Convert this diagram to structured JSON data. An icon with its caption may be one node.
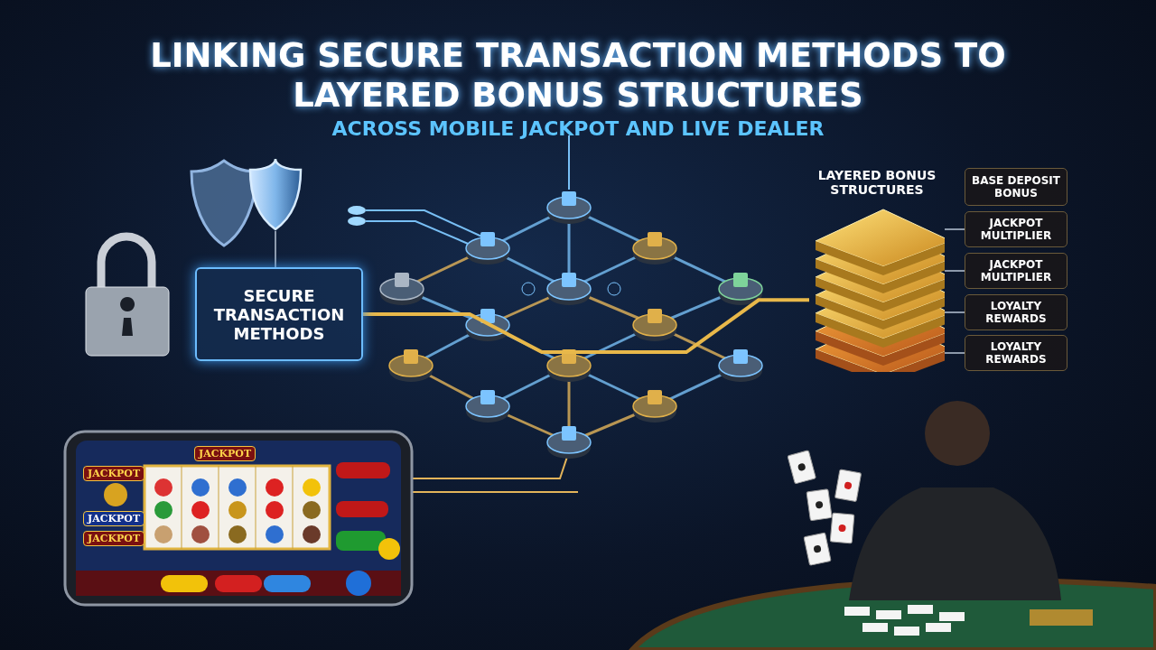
{
  "diagram": {
    "title": "LINKING SECURE TRANSACTION METHODS TO LAYERED BONUS STRUCTURES",
    "caption": "ACROSS MOBILE JACKPOT AND LIVE DEALER",
    "nodes": [
      {
        "text": [
          "SECURE TRANSACTION METHODS"
        ]
      },
      {
        "text": [],
        "shape": "picture"
      },
      {
        "text": [
          "LAYERED BONUS STRUCTURES"
        ]
      },
      {
        "text": [
          "BASE DEPOSIT BONUS"
        ]
      },
      {
        "text": [
          "JACKPOT MULTIPLIER"
        ]
      },
      {
        "text": [
          "JACKPOT MULTIPLIER"
        ]
      },
      {
        "text": [
          "LOYALTY REWARDS"
        ]
      },
      {
        "text": [
          "LOYALTY REWARDS"
        ]
      }
    ],
    "edges": [
      {
        "from": 1,
        "to": 0,
        "arrow": "none"
      },
      {
        "from": 0,
        "to": 2,
        "arrow": "none",
        "style": "thick",
        "color": "#e8b84a"
      },
      {
        "from": 2,
        "to": 4,
        "arrow": "none"
      },
      {
        "from": 2,
        "to": 5,
        "arrow": "none"
      },
      {
        "from": 2,
        "to": 6,
        "arrow": "none"
      },
      {
        "from": 2,
        "to": 7,
        "arrow": "none"
      }
    ],
    "labels": [
      "JACKPOT",
      "JACKPOT",
      "JACKPOT",
      "JACKPOT"
    ]
  }
}
